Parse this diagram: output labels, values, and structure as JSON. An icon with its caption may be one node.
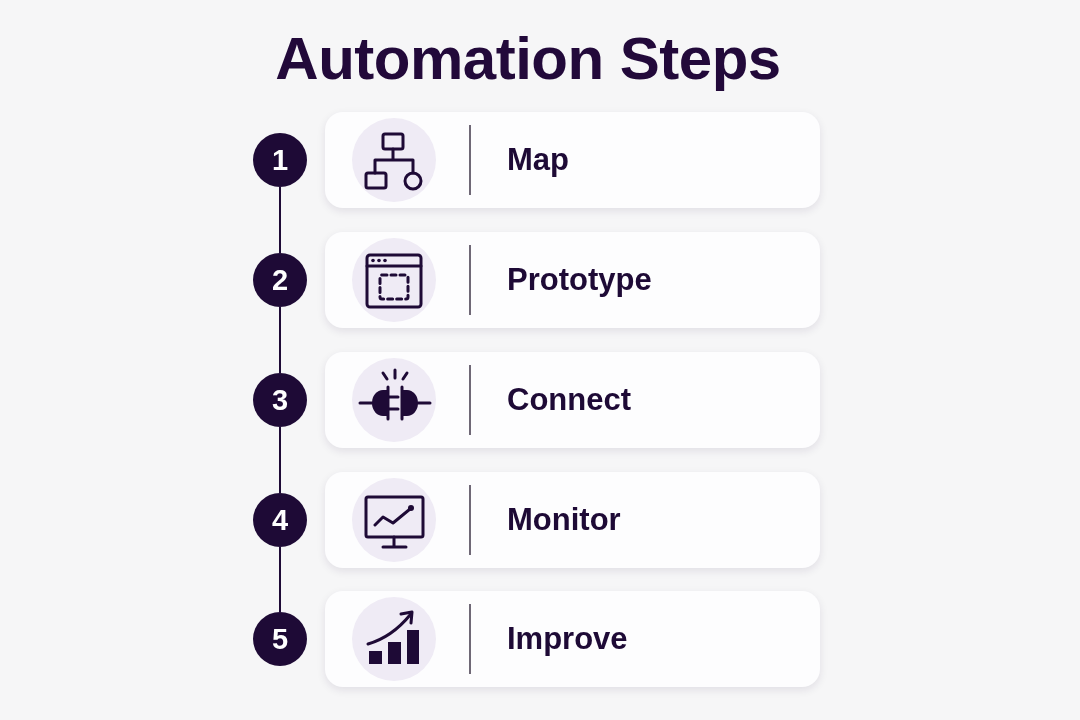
{
  "diagram": {
    "title": "Automation Steps",
    "nodes": [
      {
        "text": [
          "1"
        ]
      },
      {
        "text": [
          "Map"
        ]
      },
      {
        "text": [
          "2"
        ]
      },
      {
        "text": [
          "Prototype"
        ]
      },
      {
        "text": [
          "3"
        ]
      },
      {
        "text": [
          "Connect"
        ]
      },
      {
        "text": [
          "4"
        ]
      },
      {
        "text": [
          "Monitor"
        ]
      },
      {
        "text": [
          "5"
        ]
      },
      {
        "text": [
          "Improve"
        ]
      }
    ],
    "edges": [
      {
        "from": 0,
        "to": 2,
        "arrow": "none"
      },
      {
        "from": 2,
        "to": 4,
        "arrow": "none"
      },
      {
        "from": 4,
        "to": 6,
        "arrow": "none"
      },
      {
        "from": 6,
        "to": 8,
        "arrow": "none"
      }
    ]
  }
}
